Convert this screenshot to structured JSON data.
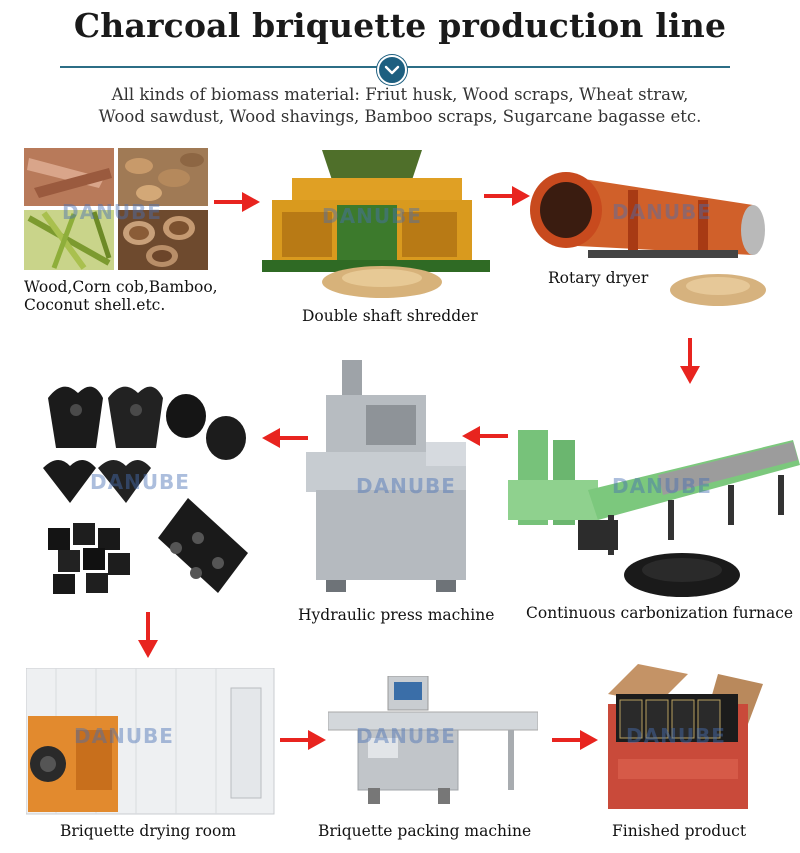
{
  "title": "Charcoal briquette production line",
  "subtitle": {
    "line1": "All kinds of biomass material: Friut husk, Wood scraps, Wheat straw,",
    "line2": "Wood sawdust, Wood shavings, Bamboo scraps, Sugarcane bagasse etc."
  },
  "watermark": "DANUBE",
  "steps": {
    "raw_material": {
      "line1": "Wood,Corn cob,Bamboo,",
      "line2": "Coconut shell.etc."
    },
    "shredder": {
      "label": "Double shaft shredder"
    },
    "dryer": {
      "label": "Rotary dryer"
    },
    "furnace": {
      "label": "Continuous carbonization furnace"
    },
    "press": {
      "label": "Hydraulic press machine"
    },
    "drying_room": {
      "label": "Briquette drying room"
    },
    "packing": {
      "label": "Briquette packing machine"
    },
    "finished": {
      "label": "Finished product"
    }
  },
  "colors": {
    "arrow": "#e8241f",
    "accent": "#1d5f80"
  }
}
